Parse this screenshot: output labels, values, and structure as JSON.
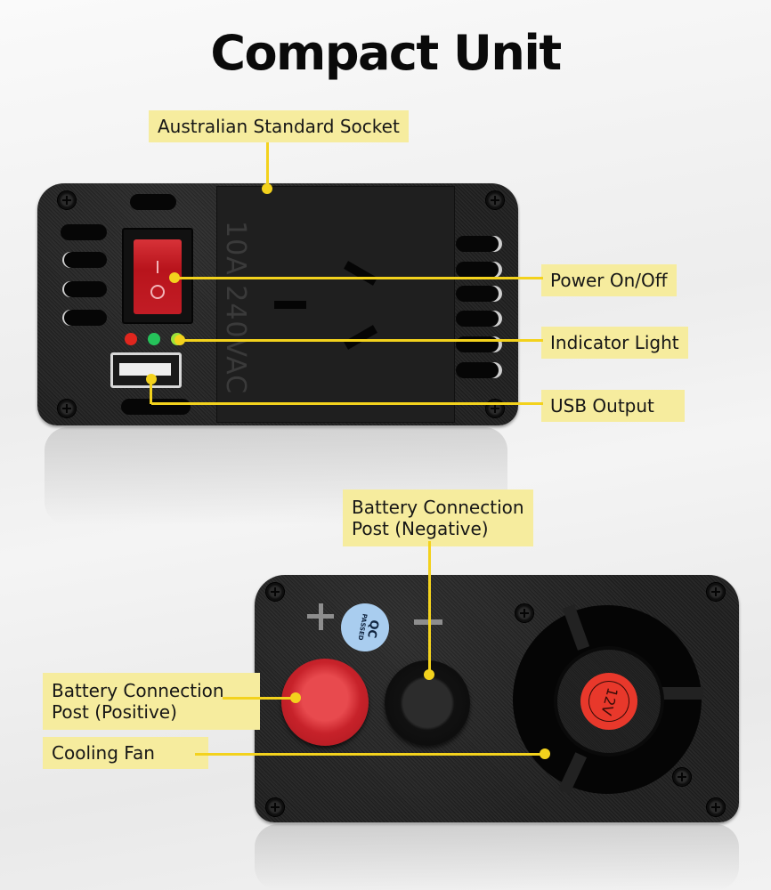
{
  "title": "Compact Unit",
  "colors": {
    "callout_bg": "#f6ec9e",
    "callout_line": "#f3d21d",
    "device_body": "#222222",
    "switch_red": "#c21c25",
    "led_red": "#e0261e",
    "led_green": "#25c25a",
    "led_yellow_green": "#9be23a",
    "post_positive": "#d42a30",
    "post_negative": "#1c1c1c",
    "qc_badge": "#a9cdef",
    "fan_badge": "#e8382b"
  },
  "front_panel": {
    "callouts": {
      "socket": "Australian Standard Socket",
      "power": "Power On/Off",
      "indicator": "Indicator Light",
      "usb": "USB Output"
    },
    "socket_rating": "10A 240VAC",
    "switch_symbols": {
      "on": "I",
      "off": "O"
    },
    "leds": [
      "red",
      "green",
      "green"
    ]
  },
  "rear_panel": {
    "callouts": {
      "negative_line1": "Battery Connection",
      "negative_line2": "Post (Negative)",
      "positive_line1": "Battery Connection",
      "positive_line2": "Post (Positive)",
      "fan": "Cooling Fan"
    },
    "qc_badge": {
      "line1": "QC",
      "line2": "PASSED"
    },
    "polarity": {
      "positive": "+",
      "negative": "−"
    },
    "fan_badge": "12V"
  }
}
